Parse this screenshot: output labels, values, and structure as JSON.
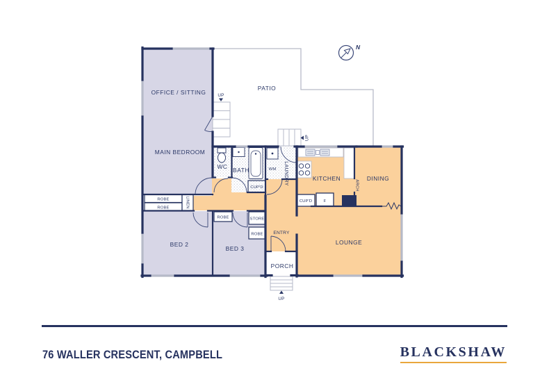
{
  "colors": {
    "wall_navy": "#26325f",
    "bedroom_fill": "#d7d6e6",
    "living_fill": "#fbd19c",
    "window_gray": "#b6bac8",
    "brand_gold": "#e9a63c"
  },
  "rooms": {
    "office": "OFFICE / SITTING",
    "patio": "PATIO",
    "main_bedroom": "MAIN BEDROOM",
    "wc": "WC",
    "bath": "BATH",
    "laundry": "LAUNDRY",
    "kitchen": "KITCHEN",
    "dining": "DINING",
    "lounge": "LOUNGE",
    "bed2": "BED 2",
    "bed3": "BED 3",
    "entry": "ENTRY",
    "porch": "PORCH"
  },
  "closets": {
    "robe_main_1": "ROBE",
    "robe_main_2": "ROBE",
    "linen": "LINEN",
    "robe_bed3": "ROBE",
    "store": "STORE",
    "robe_entry": "ROBE"
  },
  "fixtures": {
    "wm": "WM",
    "fridge": "F",
    "cupd_bath": "CUP'D",
    "cupd_kitchen": "CUP'D",
    "arch": "ARCH"
  },
  "stairs": {
    "patio_up": "UP",
    "rear_up": "UP",
    "porch_up": "UP"
  },
  "compass": {
    "north": "N"
  },
  "footer": {
    "address": "76 WALLER CRESCENT, CAMPBELL",
    "brand": "BLACKSHAW"
  }
}
